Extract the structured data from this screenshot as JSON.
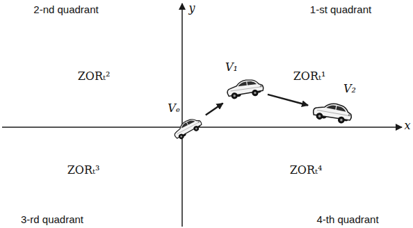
{
  "diagram": {
    "nodes": [
      {
        "text": [
          "ZORₜ²"
        ]
      },
      {
        "text": [
          "ZORₜ¹"
        ]
      },
      {
        "text": [
          "Vₑ"
        ]
      },
      {
        "text": [
          "V₁"
        ],
        "in": 1
      },
      {
        "text": [
          "V₂"
        ],
        "in": 1
      },
      {
        "text": [
          "ZORₜ³"
        ]
      },
      {
        "text": [
          "ZORₜ⁴"
        ]
      }
    ],
    "edges": [
      {
        "from": 2,
        "to": 3,
        "arrow": "to"
      },
      {
        "from": 3,
        "to": 4,
        "arrow": "to"
      }
    ],
    "labels": [
      "2-nd quadrant",
      "1-st quadrant",
      "y",
      "x",
      "3-rd quadrant",
      "4-th quadrant"
    ]
  }
}
